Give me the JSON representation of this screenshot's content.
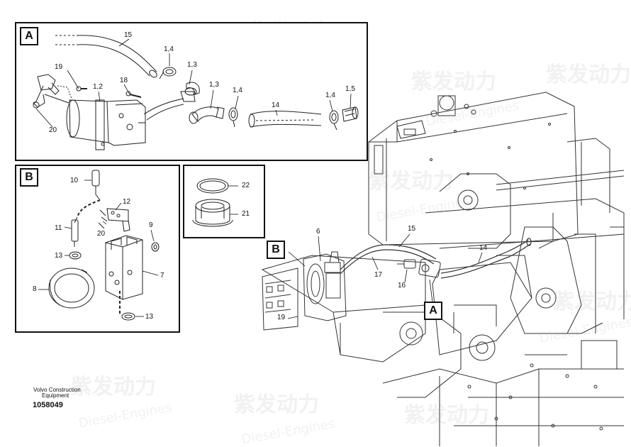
{
  "inset_a": {
    "tag": "A",
    "callouts": [
      "15",
      "1,4",
      "1,3",
      "1,3",
      "1,4",
      "1,4",
      "1,5",
      "14",
      "19",
      "1,2",
      "18",
      "20"
    ]
  },
  "inset_b": {
    "tag": "B",
    "callouts": [
      "10",
      "12",
      "11",
      "20",
      "9",
      "13",
      "7",
      "8",
      "13"
    ]
  },
  "inset_c": {
    "callouts": [
      "22",
      "21"
    ]
  },
  "main_view": {
    "callouts": [
      "6",
      "15",
      "14",
      "17",
      "16",
      "19"
    ],
    "tag_b": "B",
    "tag_a": "A"
  },
  "footer": {
    "brand_line1": "Volvo Construction",
    "brand_line2": "Equipment",
    "doc_number": "1058049"
  },
  "watermark": {
    "brand_cn": "紫发动力",
    "brand_en": "Diesel-Engines"
  }
}
